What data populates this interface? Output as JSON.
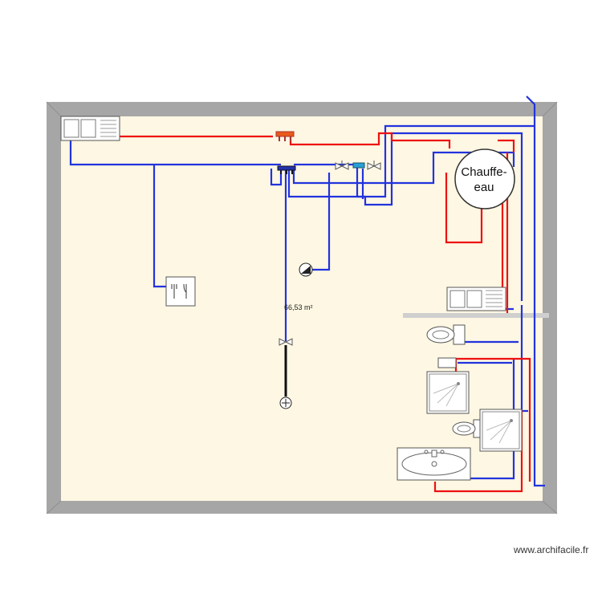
{
  "plan": {
    "room_area": "66,53 m²",
    "water_heater_label_line1": "Chauffe-",
    "water_heater_label_line2": "eau",
    "watermark": "www.archifacile.fr"
  },
  "colors": {
    "cold_water": "#2233dd",
    "hot_water": "#ee1111",
    "wall": "#a6a6a6",
    "floor": "#fdf7e3",
    "interior_partition": "#cfcfcf"
  },
  "fixtures": [
    "kitchen-sink-icon",
    "hot-water-manifold-icon",
    "cold-water-manifold-icon",
    "valve-icon",
    "water-meter-icon",
    "dishwasher-icon",
    "water-heater-icon",
    "double-sink-icon",
    "toilet-icon",
    "shower-icon",
    "washbasin-icon",
    "bidet-icon",
    "water-inlet-icon"
  ]
}
